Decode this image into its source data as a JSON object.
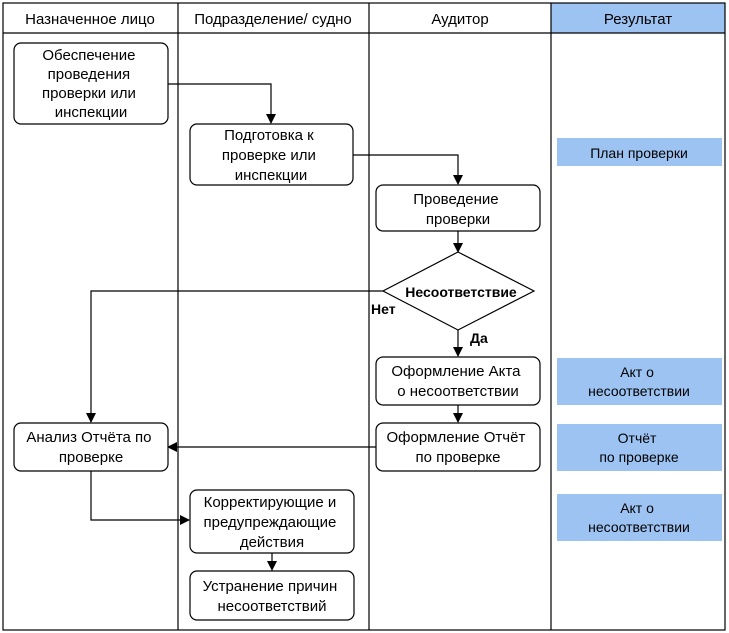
{
  "columns": [
    {
      "title": "Назначенное лицо"
    },
    {
      "title": "Подразделение/ судно"
    },
    {
      "title": "Аудитор"
    },
    {
      "title": "Результат"
    }
  ],
  "steps": [
    {
      "id": "s1",
      "lines": [
        "Обеспечение",
        "проведения",
        "проверки или",
        "инспекции"
      ]
    },
    {
      "id": "s2",
      "lines": [
        "Подготовка к",
        "проверке или",
        "инспекции"
      ]
    },
    {
      "id": "s3",
      "lines": [
        "Проведение",
        "проверки"
      ]
    },
    {
      "id": "d1",
      "lines": [
        "Несоответствие"
      ]
    },
    {
      "id": "s4",
      "lines": [
        "Оформление Акта",
        "о несоответствии"
      ]
    },
    {
      "id": "s5",
      "lines": [
        "Оформление Отчёт",
        "по проверке"
      ]
    },
    {
      "id": "s6",
      "lines": [
        "Анализ Отчёта по",
        "проверке"
      ]
    },
    {
      "id": "s7",
      "lines": [
        "Корректирующие и",
        "предупреждающие",
        "действия"
      ]
    },
    {
      "id": "s8",
      "lines": [
        "Устранение причин",
        "несоответствий"
      ]
    }
  ],
  "results": [
    {
      "lines": [
        "План проверки"
      ]
    },
    {
      "lines": [
        "Акт о",
        "несоответствии"
      ]
    },
    {
      "lines": [
        "Отчёт",
        "по проверке"
      ]
    },
    {
      "lines": [
        "Акт о",
        "несоответствии"
      ]
    }
  ],
  "labels": {
    "no": "Нет",
    "yes": "Да"
  },
  "colors": {
    "result_fill": "#9dc3f3",
    "line": "#000000",
    "background": "#ffffff"
  }
}
